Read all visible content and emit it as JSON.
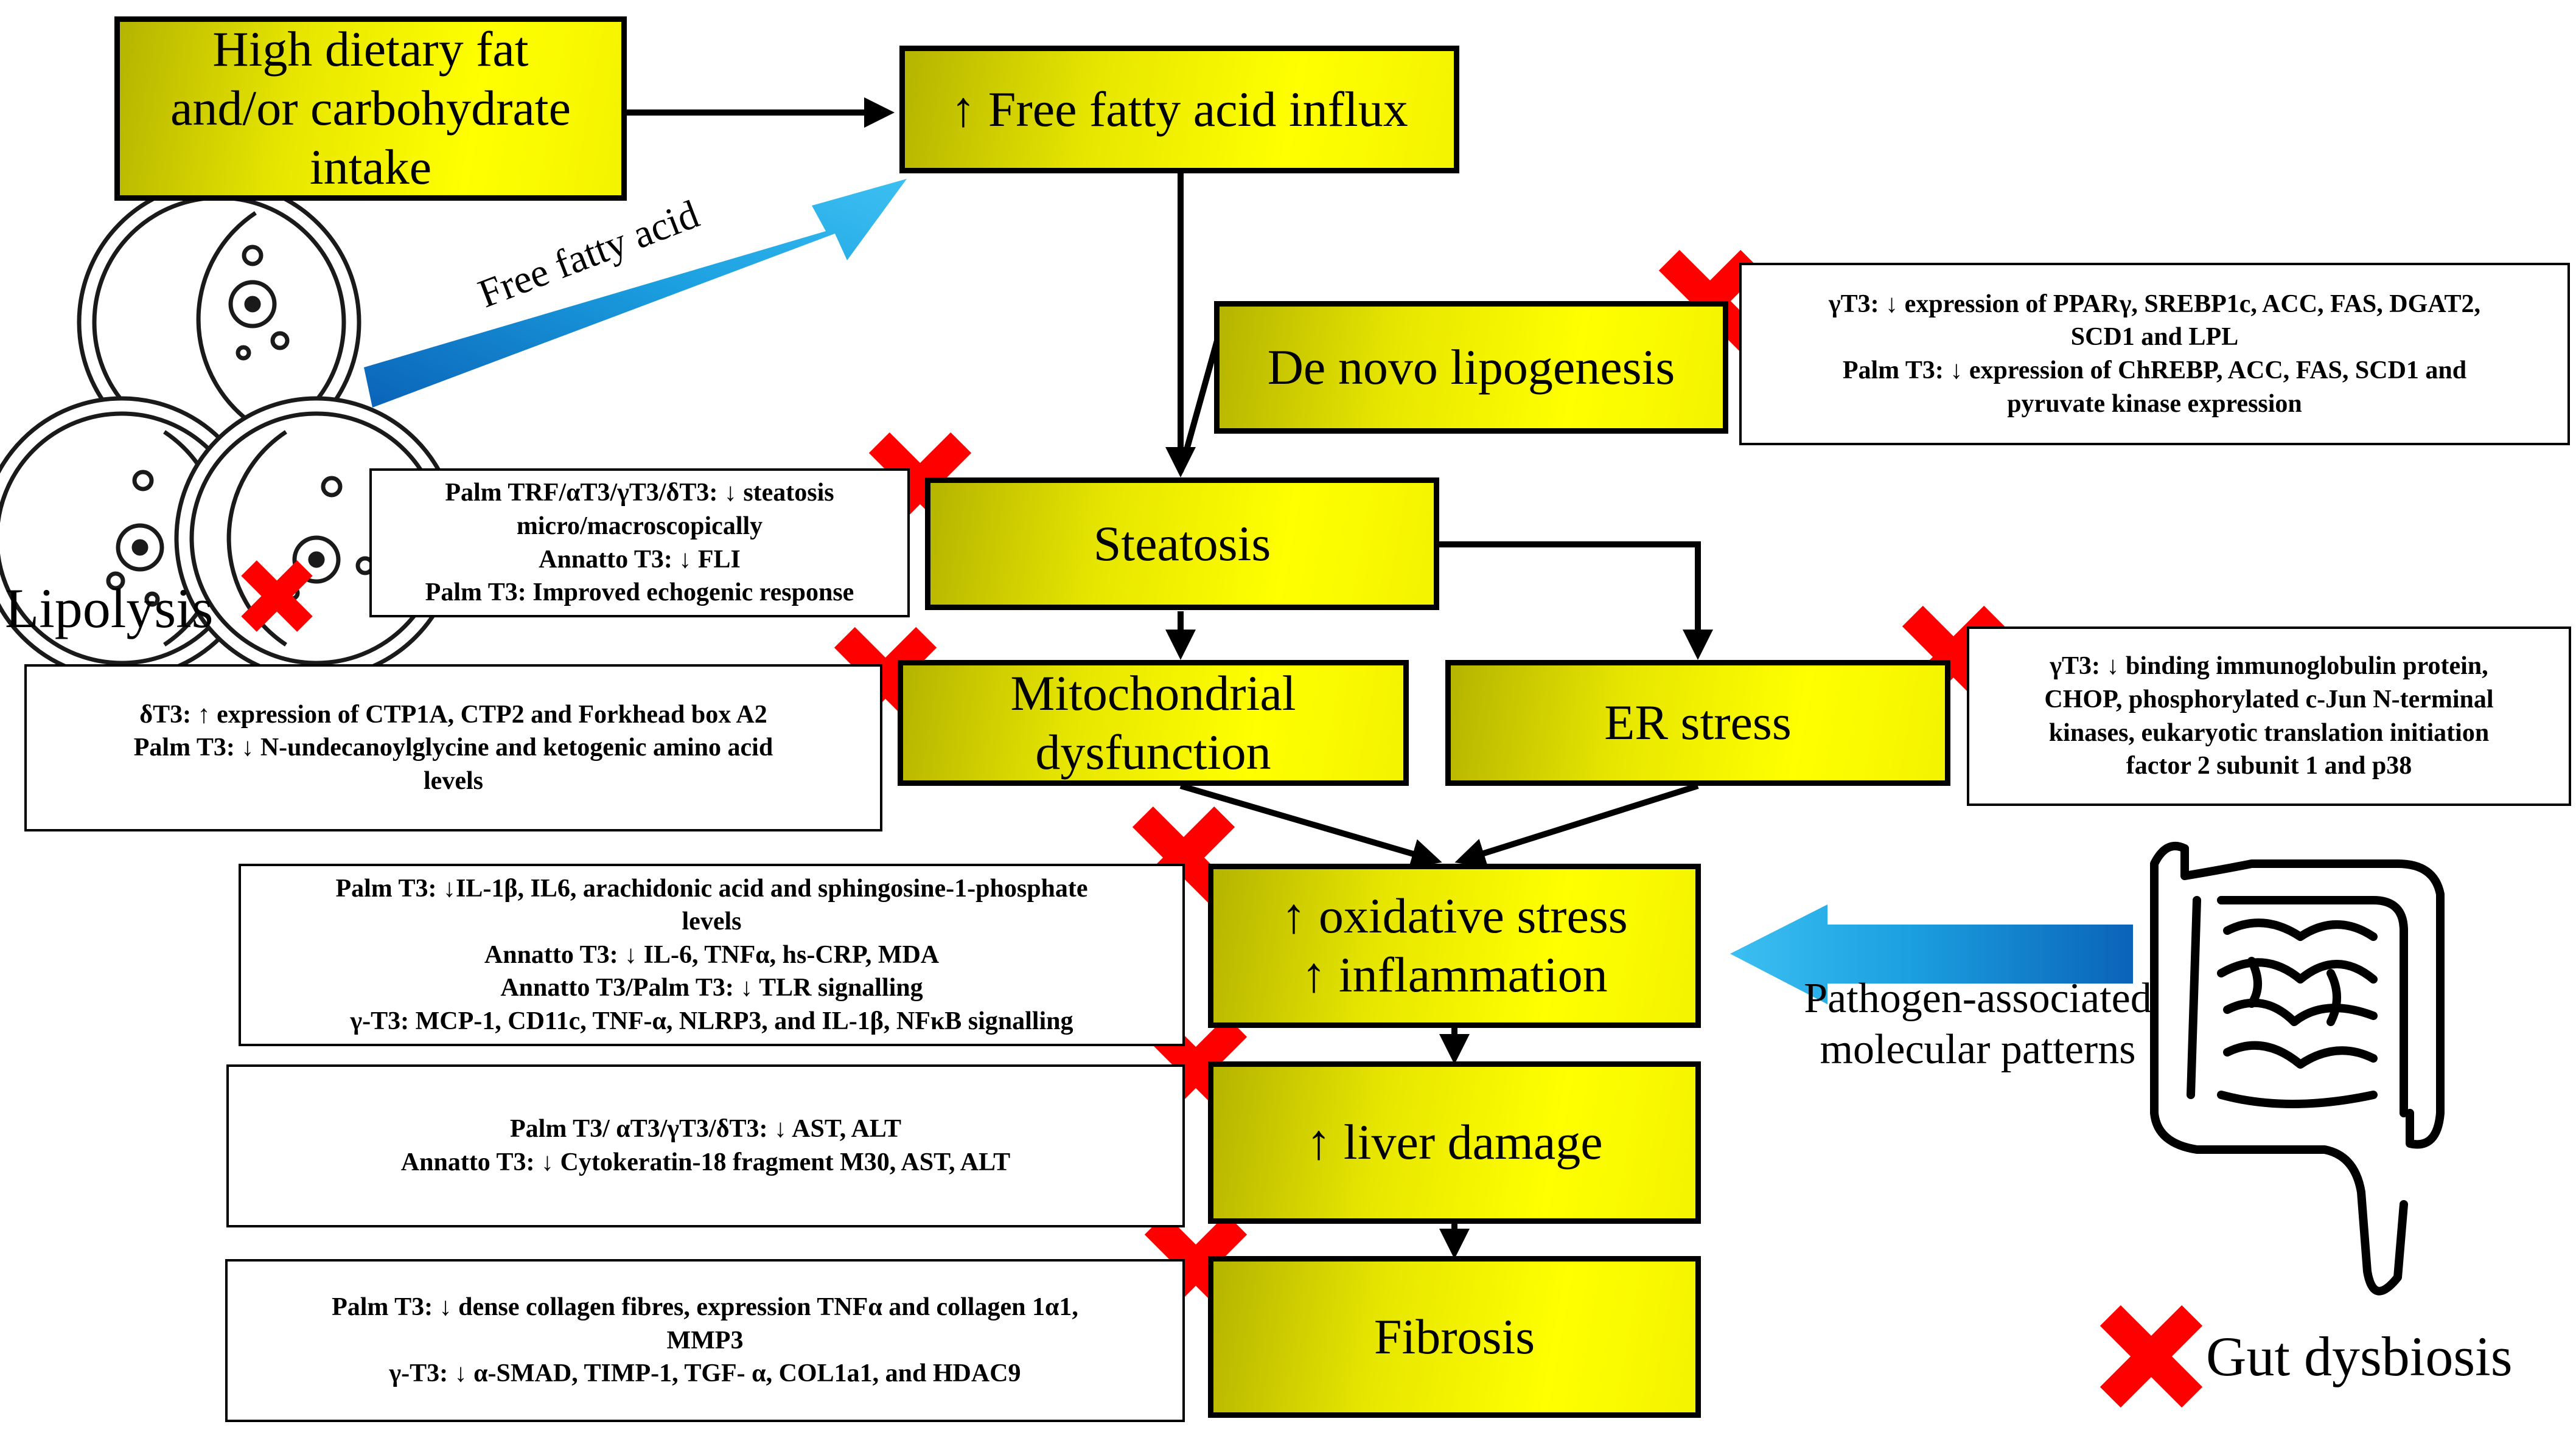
{
  "boxes": {
    "high_dietary": "High dietary fat and/or carbohydrate intake",
    "ffa_influx": "↑ Free fatty acid influx",
    "de_novo": "De novo lipogenesis",
    "steatosis": "Steatosis",
    "mito": "Mitochondrial dysfunction",
    "er_stress": "ER stress",
    "oxidative_line1": "↑ oxidative stress",
    "oxidative_line2": "↑ inflammation",
    "liver_damage": "↑ liver damage",
    "fibrosis": "Fibrosis"
  },
  "notes": {
    "de_novo": [
      "γT3: ↓ expression of PPARγ, SREBP1c, ACC, FAS, DGAT2,",
      "SCD1 and LPL",
      "Palm T3: ↓ expression of ChREBP, ACC, FAS, SCD1 and",
      "pyruvate kinase expression"
    ],
    "steatosis": [
      "Palm TRF/αT3/γT3/δT3: ↓ steatosis",
      "micro/macroscopically",
      "Annatto T3: ↓ FLI",
      "Palm T3: Improved echogenic response"
    ],
    "mito": [
      "δT3: ↑ expression of CTP1A, CTP2 and Forkhead box A2",
      "Palm T3: ↓ N-undecanoylglycine and ketogenic amino acid",
      "levels"
    ],
    "er": [
      "γT3: ↓ binding immunoglobulin protein,",
      "CHOP, phosphorylated c-Jun N-terminal",
      "kinases, eukaryotic translation initiation",
      "factor 2 subunit 1 and p38"
    ],
    "inflammation": [
      "Palm T3: ↓IL-1β, IL6, arachidonic acid and sphingosine-1-phosphate",
      "levels",
      "Annatto T3: ↓ IL-6, TNFα, hs-CRP, MDA",
      "Annatto T3/Palm T3: ↓ TLR signalling",
      "γ-T3: MCP-1, CD11c, TNF-α, NLRP3, and IL-1β, NFκB signalling"
    ],
    "liver": [
      "Palm T3/ αT3/γT3/δT3: ↓ AST, ALT",
      "Annatto T3: ↓ Cytokeratin-18 fragment M30, AST, ALT"
    ],
    "fibrosis": [
      "Palm T3: ↓ dense collagen fibres, expression TNFα and collagen 1α1,",
      "MMP3",
      "γ-T3: ↓ α-SMAD, TIMP-1, TGF- α, COL1a1, and HDAC9"
    ]
  },
  "labels": {
    "free_fatty_acid": "Free fatty acid",
    "lipolysis": "Lipolysis",
    "pamps": "Pathogen-associated molecular patterns",
    "gut_dysbiosis": "Gut dysbiosis"
  },
  "icons": [
    "adipocyte-icon",
    "intestine-icon",
    "red-cross-icon",
    "blue-arrow-icon"
  ],
  "colors": {
    "box_fill": "#ffff00",
    "box_shade": "#b5b400",
    "cross": "#ff0000",
    "arrow_blue": "#1b9fe0"
  }
}
